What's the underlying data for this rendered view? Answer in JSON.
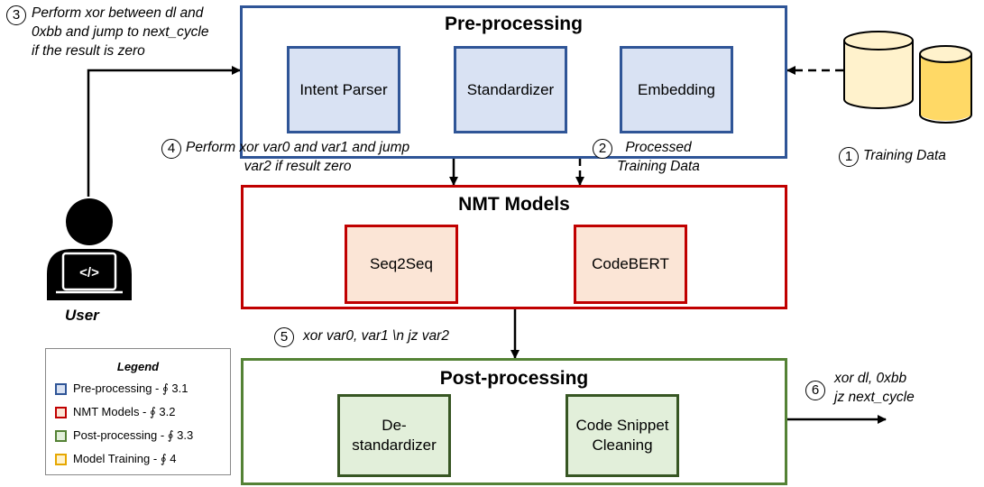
{
  "stages": {
    "pre": {
      "title": "Pre-processing",
      "modules": [
        "Intent Parser",
        "Standardizer",
        "Embedding"
      ]
    },
    "nmt": {
      "title": "NMT Models",
      "modules": [
        "Seq2Seq",
        "CodeBERT"
      ]
    },
    "post": {
      "title": "Post-processing",
      "modules": [
        "De-\nstandardizer",
        "Code Snippet\nCleaning"
      ]
    }
  },
  "steps": {
    "s1": {
      "number": "1",
      "text": "Training Data"
    },
    "s2": {
      "number": "2",
      "text": "Processed\nTraining Data"
    },
    "s3": {
      "number": "3",
      "text": "Perform xor between dl and\n0xbb and jump to next_cycle\nif the result is zero"
    },
    "s4": {
      "number": "4",
      "text": "Perform xor var0 and var1 and jump\nvar2 if result zero"
    },
    "s5": {
      "number": "5",
      "text": "xor var0, var1 \\n jz var2"
    },
    "s6": {
      "number": "6",
      "text": "xor dl, 0xbb\njz next_cycle"
    }
  },
  "user": {
    "label": "User",
    "icon": "user-laptop-icon"
  },
  "database": {
    "icon": "database-icon"
  },
  "legend": {
    "title": "Legend",
    "items": [
      {
        "label": "Pre-processing - ∮ 3.1",
        "color": "#2f5597",
        "fill": "#d9e2f3"
      },
      {
        "label": "NMT Models - ∮ 3.2",
        "color": "#c00000",
        "fill": "#fbe5d6"
      },
      {
        "label": "Post-processing - ∮ 3.3",
        "color": "#548235",
        "fill": "#e2efda"
      },
      {
        "label": "Model Training - ∮ 4",
        "color": "#e6a700",
        "fill": "#fff2cc"
      }
    ]
  },
  "colors": {
    "preprocessing": "#2f5597",
    "nmt": "#c00000",
    "postprocessing": "#548235",
    "training": "#e6a700"
  }
}
